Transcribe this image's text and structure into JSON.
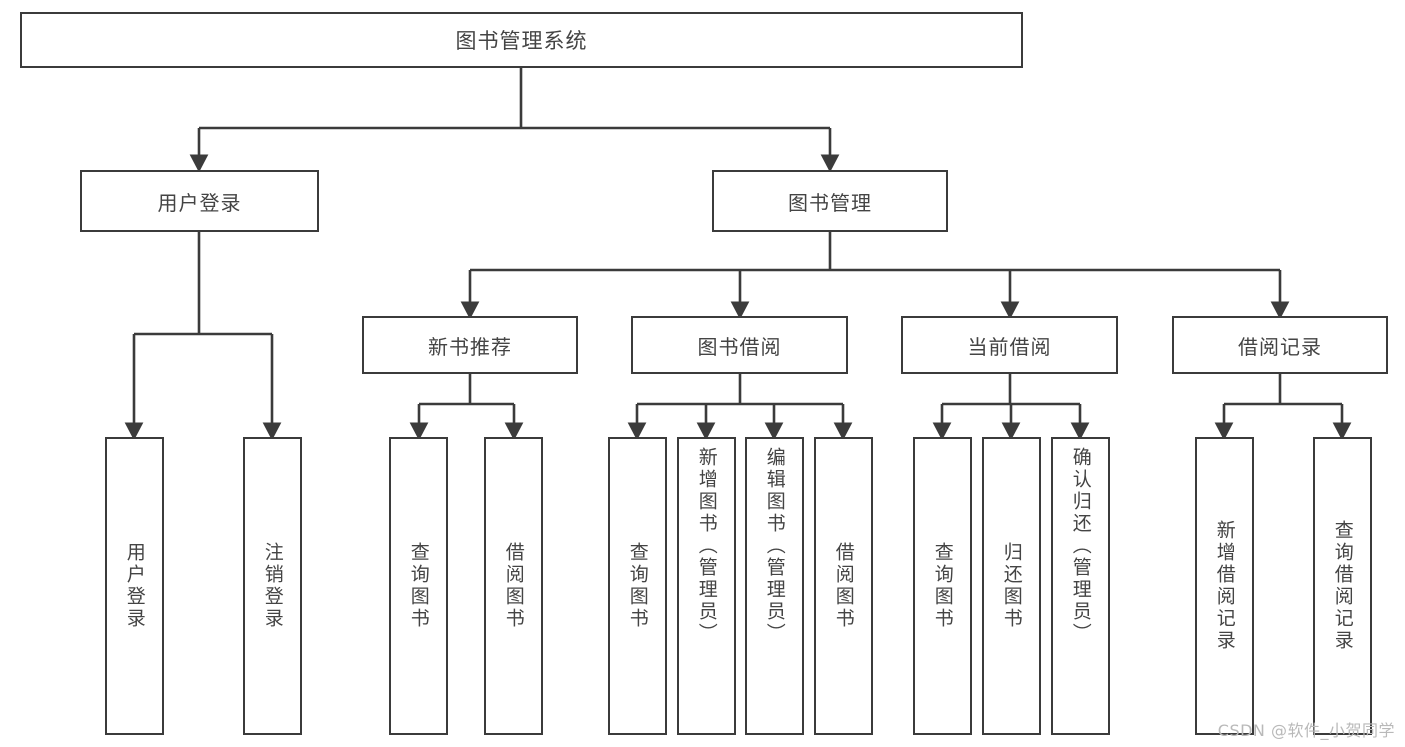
{
  "diagram": {
    "type": "tree",
    "orientation": "top-down",
    "root": {
      "id": "root",
      "label": "图书管理系统"
    },
    "level2": [
      {
        "id": "user-login",
        "label": "用户登录"
      },
      {
        "id": "book-manage",
        "label": "图书管理"
      }
    ],
    "level3": [
      {
        "id": "new-book-rec",
        "label": "新书推荐",
        "parent": "book-manage"
      },
      {
        "id": "book-borrow",
        "label": "图书借阅",
        "parent": "book-manage"
      },
      {
        "id": "current-borrow",
        "label": "当前借阅",
        "parent": "book-manage"
      },
      {
        "id": "borrow-record",
        "label": "借阅记录",
        "parent": "book-manage"
      }
    ],
    "leaves": [
      {
        "id": "leaf-user-login",
        "label": "用户登录",
        "parent": "user-login"
      },
      {
        "id": "leaf-logout",
        "label": "注销登录",
        "parent": "user-login"
      },
      {
        "id": "leaf-query-book-1",
        "label": "查询图书",
        "parent": "new-book-rec"
      },
      {
        "id": "leaf-borrow-book-1",
        "label": "借阅图书",
        "parent": "new-book-rec"
      },
      {
        "id": "leaf-query-book-2",
        "label": "查询图书",
        "parent": "book-borrow"
      },
      {
        "id": "leaf-add-book",
        "label": "新增图书（管理员）",
        "parent": "book-borrow"
      },
      {
        "id": "leaf-edit-book",
        "label": "编辑图书（管理员）",
        "parent": "book-borrow"
      },
      {
        "id": "leaf-borrow-book-2",
        "label": "借阅图书",
        "parent": "book-borrow"
      },
      {
        "id": "leaf-query-book-3",
        "label": "查询图书",
        "parent": "current-borrow"
      },
      {
        "id": "leaf-return-book",
        "label": "归还图书",
        "parent": "current-borrow"
      },
      {
        "id": "leaf-confirm-return",
        "label": "确认归还（管理员）",
        "parent": "current-borrow"
      },
      {
        "id": "leaf-add-record",
        "label": "新增借阅记录",
        "parent": "borrow-record"
      },
      {
        "id": "leaf-query-record",
        "label": "查询借阅记录",
        "parent": "borrow-record"
      }
    ]
  },
  "watermark": {
    "text": "CSDN @软件_小贺同学"
  },
  "colors": {
    "border": "#3b3b3b",
    "text": "#444444",
    "background": "#ffffff",
    "watermark": "#b9b9b9"
  }
}
